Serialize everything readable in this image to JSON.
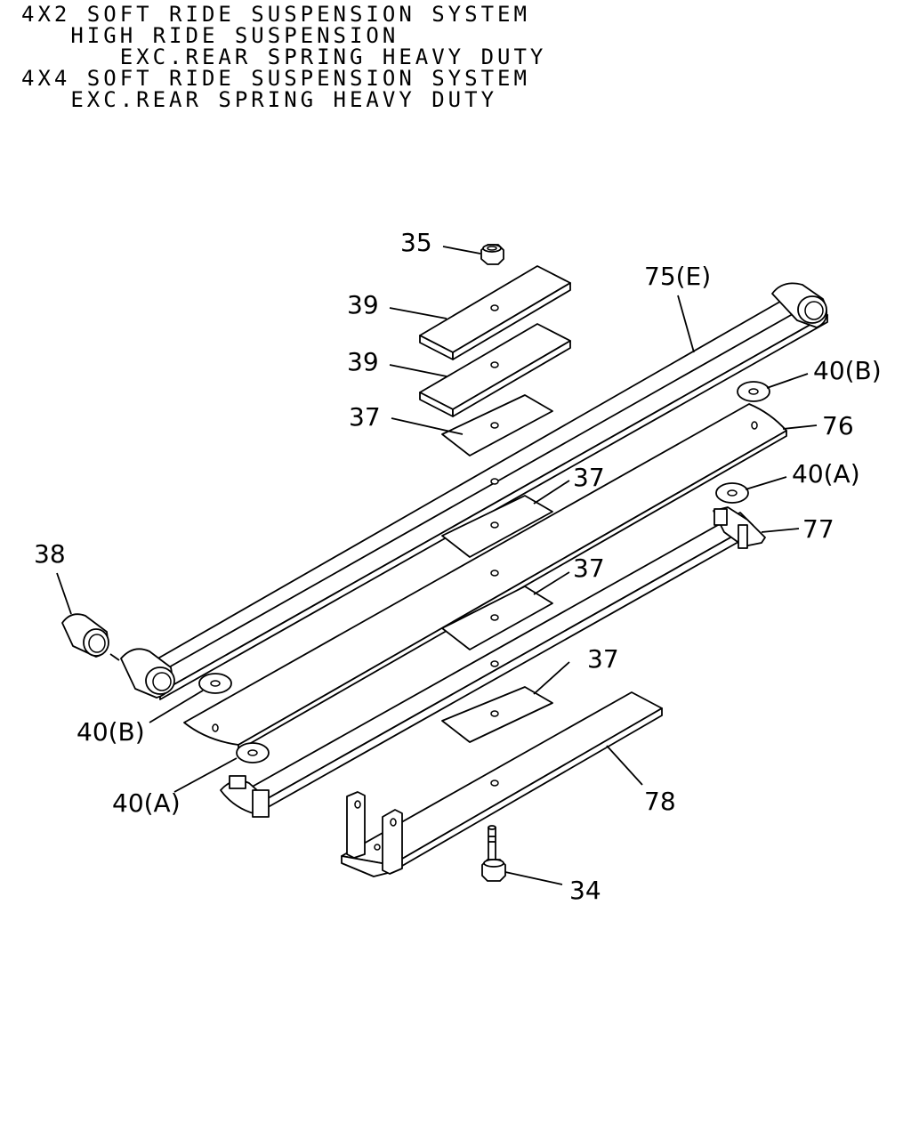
{
  "header": [
    "4X2 SOFT RIDE SUSPENSION SYSTEM",
    "   HIGH RIDE SUSPENSION",
    "      EXC.REAR SPRING HEAVY DUTY",
    "4X4 SOFT RIDE SUSPENSION SYSTEM",
    "   EXC.REAR SPRING HEAVY DUTY"
  ],
  "callouts": {
    "c35": "35",
    "c39a": "39",
    "c39b": "39",
    "c37a": "37",
    "c75e": "75(E)",
    "c40b_right": "40(B)",
    "c76": "76",
    "c37b": "37",
    "c40a_right": "40(A)",
    "c77": "77",
    "c37c": "37",
    "c38": "38",
    "c37d": "37",
    "c40b_left": "40(B)",
    "c40a_left": "40(A)",
    "c78": "78",
    "c34": "34"
  }
}
